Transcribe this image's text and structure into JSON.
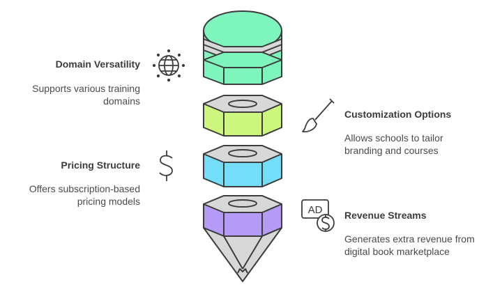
{
  "items": [
    {
      "title": "Domain Versatility",
      "description": [
        "Supports various training",
        "domains"
      ],
      "icon": "globe-icon",
      "color": "#7ff5be"
    },
    {
      "title": "Customization Options",
      "description": [
        "Allows schools to tailor",
        "branding and courses"
      ],
      "icon": "paintbrush-icon",
      "color": "#cdf67e"
    },
    {
      "title": "Pricing Structure",
      "description": [
        "Offers subscription-based",
        "pricing models"
      ],
      "icon": "dollar-icon",
      "color": "#74def8"
    },
    {
      "title": "Revenue Streams",
      "description": [
        "Generates extra revenue from",
        "digital book marketplace"
      ],
      "icon": "ad-dollar-icon",
      "color": "#b49bf7"
    }
  ],
  "icon_badge_text": "AD",
  "colors": {
    "outline": "#3c3c3c",
    "metal": "#d8d8d8",
    "metal_dark": "#c4c4c4",
    "text": "#3c3c3c"
  }
}
